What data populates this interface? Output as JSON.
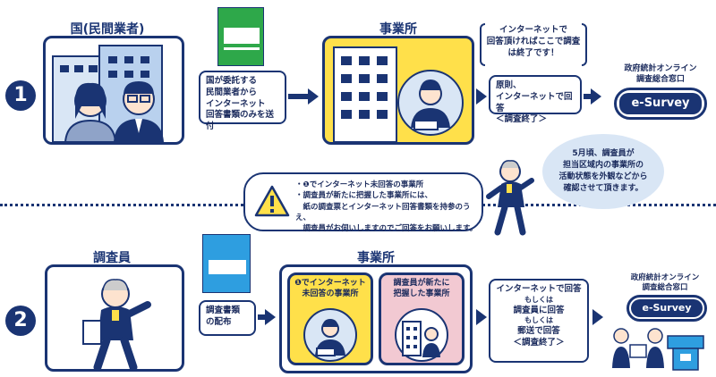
{
  "step1": {
    "number": "1",
    "left_heading": "国(民間業者)",
    "note_left": "国が委託する\n民間業者から\nインターネット\n回答書類のみを送付",
    "center_heading": "事業所",
    "callout": "インターネットで\n回答頂ければここで調査\nは終了です！",
    "note_right": "原則、\nインターネットで回答\n＜調査終了＞",
    "survey_label": "政府統計オンライン\n調査総合窓口",
    "survey_name": "e-Survey"
  },
  "warning": {
    "text": "・❶でインターネット未回答の事業所\n・調査員が新たに把握した事業所には、\n　紙の調査票とインターネット回答書類を持参のうえ、\n　調査員がお伺いしますのでご回答をお願いします。",
    "bubble": "5月頃、調査員が\n担当区域内の事業所の\n活動状態を外観などから\n確認させて頂きます。"
  },
  "step2": {
    "number": "2",
    "left_heading": "調査員",
    "note_left": "調査書類\nの配布",
    "center_heading": "事業所",
    "yellow_label": "❶でインターネット\n未回答の事業所",
    "pink_label": "調査員が新たに\n把握した事業所",
    "note_right_1": "インターネットで回答",
    "note_right_or1": "もしくは",
    "note_right_2": "調査員に回答",
    "note_right_or2": "もしくは",
    "note_right_3": "郵送で回答",
    "note_right_4": "＜調査終了＞",
    "survey_label": "政府統計オンライン\n調査総合窓口",
    "survey_name": "e-Survey"
  },
  "colors": {
    "navy": "#1a3473",
    "yellow": "#ffe04a",
    "pink": "#f2c9d2",
    "light_blue": "#d9e6f5",
    "green_doc": "#2ea84a",
    "blue_doc": "#2e9ee0"
  }
}
